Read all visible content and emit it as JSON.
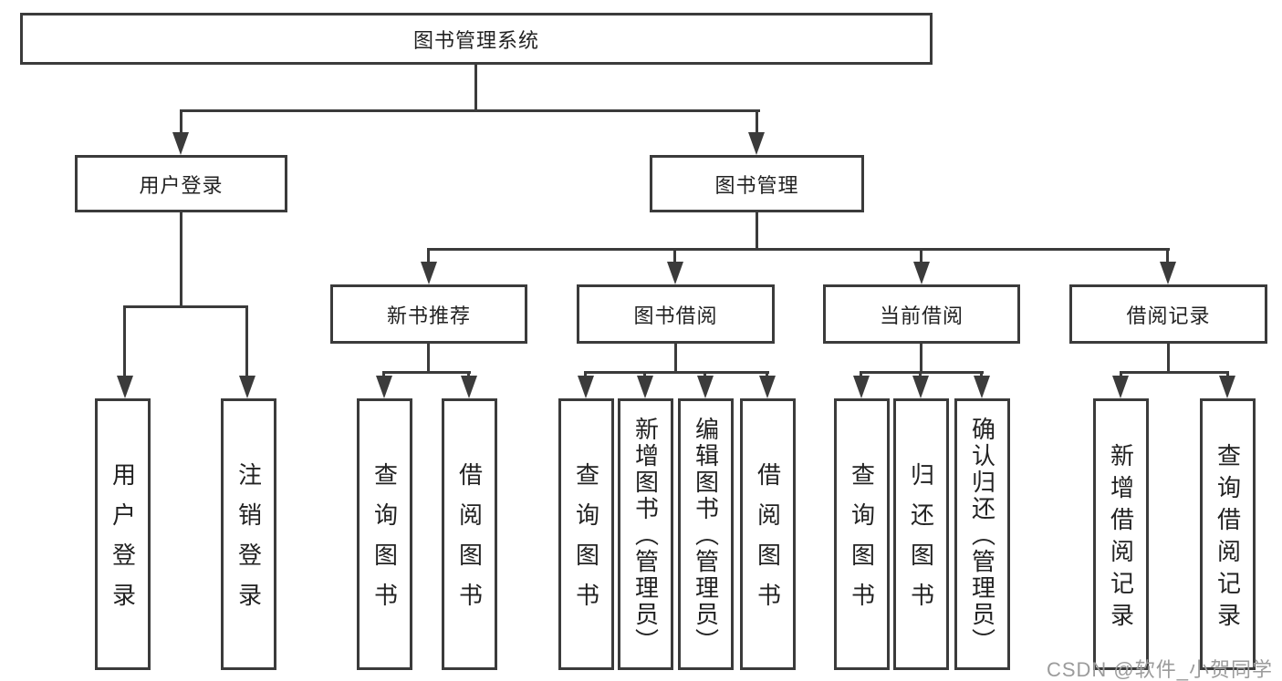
{
  "diagram_type": "hierarchy-tree",
  "colors": {
    "line": "#3b3b3b",
    "box_border": "#3b3b3b",
    "box_fill": "#ffffff",
    "text": "#222222",
    "watermark": "#9b9b9b",
    "background": "#ffffff"
  },
  "tree": {
    "label": "图书管理系统",
    "children": [
      {
        "label": "用户登录",
        "children": [
          {
            "label": "用户登录"
          },
          {
            "label": "注销登录"
          }
        ]
      },
      {
        "label": "图书管理",
        "children": [
          {
            "label": "新书推荐",
            "children": [
              {
                "label": "查询图书"
              },
              {
                "label": "借阅图书"
              }
            ]
          },
          {
            "label": "图书借阅",
            "children": [
              {
                "label": "查询图书"
              },
              {
                "label": "新增图书（管理员）"
              },
              {
                "label": "编辑图书（管理员）"
              },
              {
                "label": "借阅图书"
              }
            ]
          },
          {
            "label": "当前借阅",
            "children": [
              {
                "label": "查询图书"
              },
              {
                "label": "归还图书"
              },
              {
                "label": "确认归还（管理员）"
              }
            ]
          },
          {
            "label": "借阅记录",
            "children": [
              {
                "label": "新增借阅记录"
              },
              {
                "label": "查询借阅记录"
              }
            ]
          }
        ]
      }
    ]
  },
  "watermark": "CSDN @软件_小贺同学"
}
